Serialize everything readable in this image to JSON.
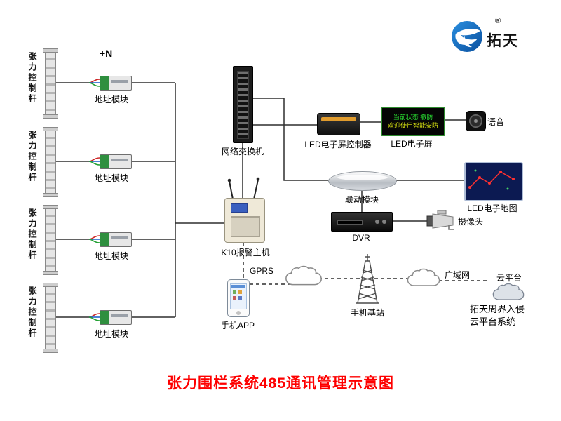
{
  "title": "张力围栏系统485通讯管理示意图",
  "plus_n": "+N",
  "logo": {
    "brand": "拓天",
    "registered": "®"
  },
  "poles": [
    {
      "label": "张力控制杆"
    },
    {
      "label": "张力控制杆"
    },
    {
      "label": "张力控制杆"
    },
    {
      "label": "张力控制杆"
    }
  ],
  "modules": [
    {
      "label": "地址模块"
    },
    {
      "label": "地址模块"
    },
    {
      "label": "地址模块"
    },
    {
      "label": "地址模块"
    }
  ],
  "nodes": {
    "switch": {
      "label": "网络交换机"
    },
    "led_controller": {
      "label": "LED电子屏控制器"
    },
    "led_screen": {
      "label": "LED电子屏",
      "line1": "当前状态:撤防",
      "line2": "欢迎使用智能安防"
    },
    "voice": {
      "label": "语音"
    },
    "linkage": {
      "label": "联动模块"
    },
    "led_map": {
      "label": "LED电子地图"
    },
    "dvr": {
      "label": "DVR"
    },
    "camera": {
      "label": "摄像头"
    },
    "k10": {
      "label": "K10报警主机"
    },
    "gprs": {
      "label": "GPRS"
    },
    "phone": {
      "label": "手机APP"
    },
    "base_station": {
      "label": "手机基站"
    },
    "wan": {
      "label": "广域网"
    },
    "cloud_platform": {
      "label": "云平台",
      "caption_line1": "拓天周界入侵",
      "caption_line2": "云平台系统"
    }
  },
  "colors": {
    "title_red": "#fe0000",
    "led_green": "#2ae332",
    "led_yellow": "#d9e312",
    "logo_blue": "#1470c8",
    "line": "#2e2e2e"
  }
}
